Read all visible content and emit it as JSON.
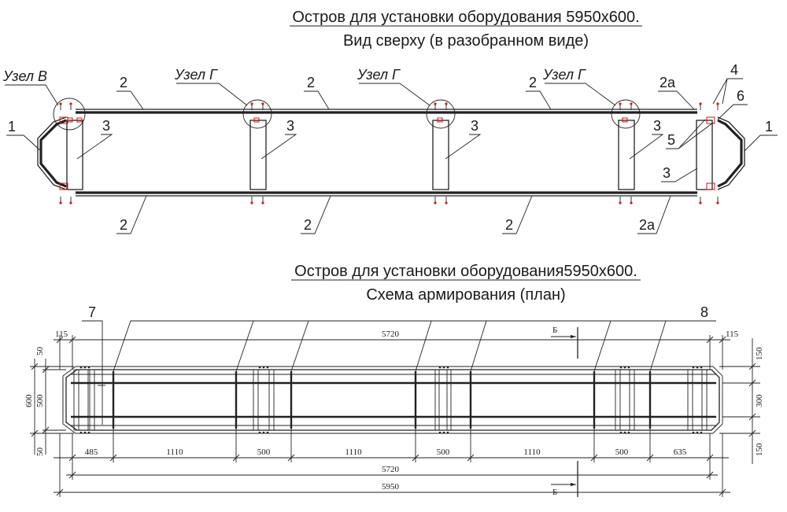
{
  "top_view": {
    "title_line1": "Остров для установки оборудования 5950х600.",
    "title_line2": "Вид сверху (в разобранном виде)",
    "node_labels": {
      "node_v": "Узел В",
      "node_g1": "Узел Г",
      "node_g2": "Узел Г",
      "node_g3": "Узел Г"
    },
    "marks": {
      "m1_left": "1",
      "m1_right": "1",
      "m2_top_1": "2",
      "m2_top_2": "2",
      "m2_top_3": "2",
      "m2a_top": "2а",
      "m2_bot_1": "2",
      "m2_bot_2": "2",
      "m2_bot_3": "2",
      "m2a_bot": "2а",
      "m3_1": "3",
      "m3_2": "3",
      "m3_3": "3",
      "m3_4": "3",
      "m3_5": "3",
      "m4": "4",
      "m5": "5",
      "m6": "6"
    }
  },
  "plan_view": {
    "title_line1": "Остров для установки оборудования5950х600.",
    "title_line2": "Схема армирования (план)",
    "marks": {
      "m7": "7",
      "m8": "8"
    },
    "section_mark_top": "Б",
    "section_mark_bottom": "Б",
    "dims": {
      "top_left_115": "115",
      "top_5720": "5720",
      "top_right_115": "115",
      "left_50_top": "50",
      "left_500": "500",
      "left_600": "600",
      "left_50_bottom": "50",
      "right_150_top": "150",
      "right_300": "300",
      "right_150_bottom": "150",
      "b_485": "485",
      "b_1110_a": "1110",
      "b_500_a": "500",
      "b_1110_b": "1110",
      "b_500_b": "500",
      "b_1110_c": "1110",
      "b_500_c": "500",
      "b_635": "635",
      "b_5720": "5720",
      "b_5950": "5950"
    }
  },
  "colors": {
    "line": "#222222",
    "marker": "#d01818",
    "background": "#ffffff"
  }
}
